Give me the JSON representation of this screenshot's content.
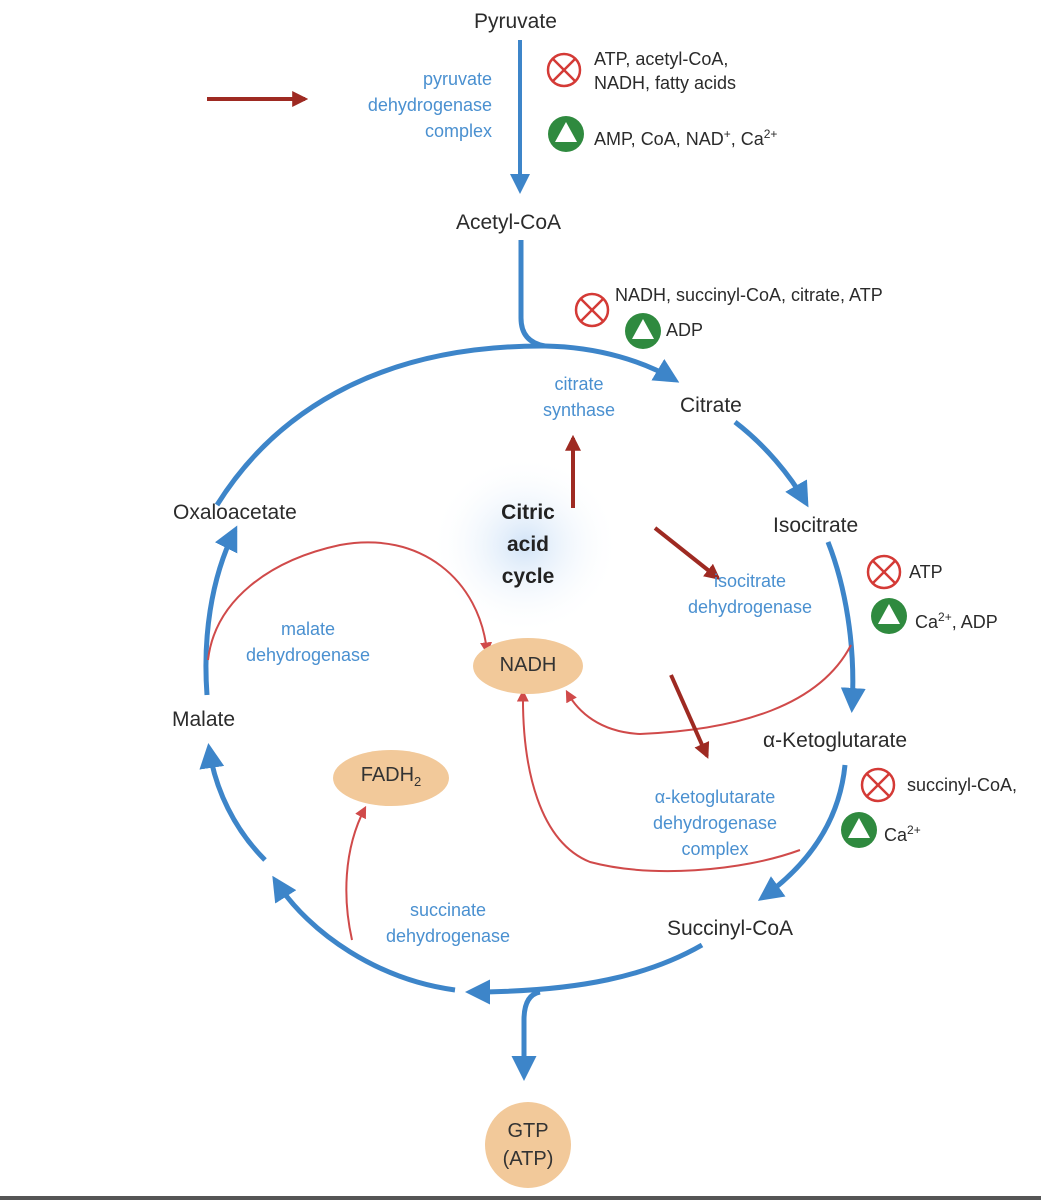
{
  "metabolites": {
    "pyruvate": "Pyruvate",
    "acetyl_coa": "Acetyl-CoA",
    "citrate": "Citrate",
    "isocitrate": "Isocitrate",
    "alpha_ketoglutarate": "α-Ketoglutarate",
    "succinyl_coa": "Succinyl-CoA",
    "malate": "Malate",
    "oxaloacetate": "Oxaloacetate"
  },
  "enzymes": {
    "pdh": [
      "pyruvate",
      "dehydrogenase",
      "complex"
    ],
    "citrate_synthase": [
      "citrate",
      "synthase"
    ],
    "isocitrate_dh": [
      "isocitrate",
      "dehydrogenase"
    ],
    "akg_dh": [
      "α-ketoglutarate",
      "dehydrogenase",
      "complex"
    ],
    "succinate_dh": [
      "succinate",
      "dehydrogenase"
    ],
    "malate_dh": [
      "malate",
      "dehydrogenase"
    ]
  },
  "center": [
    "Citric",
    "acid",
    "cycle"
  ],
  "products": {
    "nadh": "NADH",
    "fadh2_main": "FADH",
    "fadh2_sub": "2",
    "gtp_line1": "GTP",
    "gtp_line2": "(ATP)"
  },
  "regulators": {
    "pdh_inhib_1": "ATP, acetyl-CoA,",
    "pdh_inhib_2": "NADH, fatty acids",
    "pdh_activ_a": "AMP, CoA, NAD",
    "pdh_activ_sup1": "+",
    "pdh_activ_b": ", Ca",
    "pdh_activ_sup2": "2+",
    "cs_inhib": "NADH, succinyl-CoA, citrate, ATP",
    "cs_activ": "ADP",
    "idh_inhib": "ATP",
    "idh_activ_a": "Ca",
    "idh_activ_sup": "2+",
    "idh_activ_b": ", ADP",
    "akg_inhib": "succinyl-CoA,",
    "akg_activ_a": "Ca",
    "akg_activ_sup": "2+"
  },
  "colors": {
    "flow_blue": "#3d85c9",
    "enzyme_blue": "#4a90d0",
    "red_line": "#d04a4a",
    "pointer_red": "#9e2a22",
    "inhibit_red": "#d43a36",
    "activate_green": "#2f8a3f",
    "cofactor_fill": "#f2c99a",
    "text_dark": "#2b2b2b"
  }
}
